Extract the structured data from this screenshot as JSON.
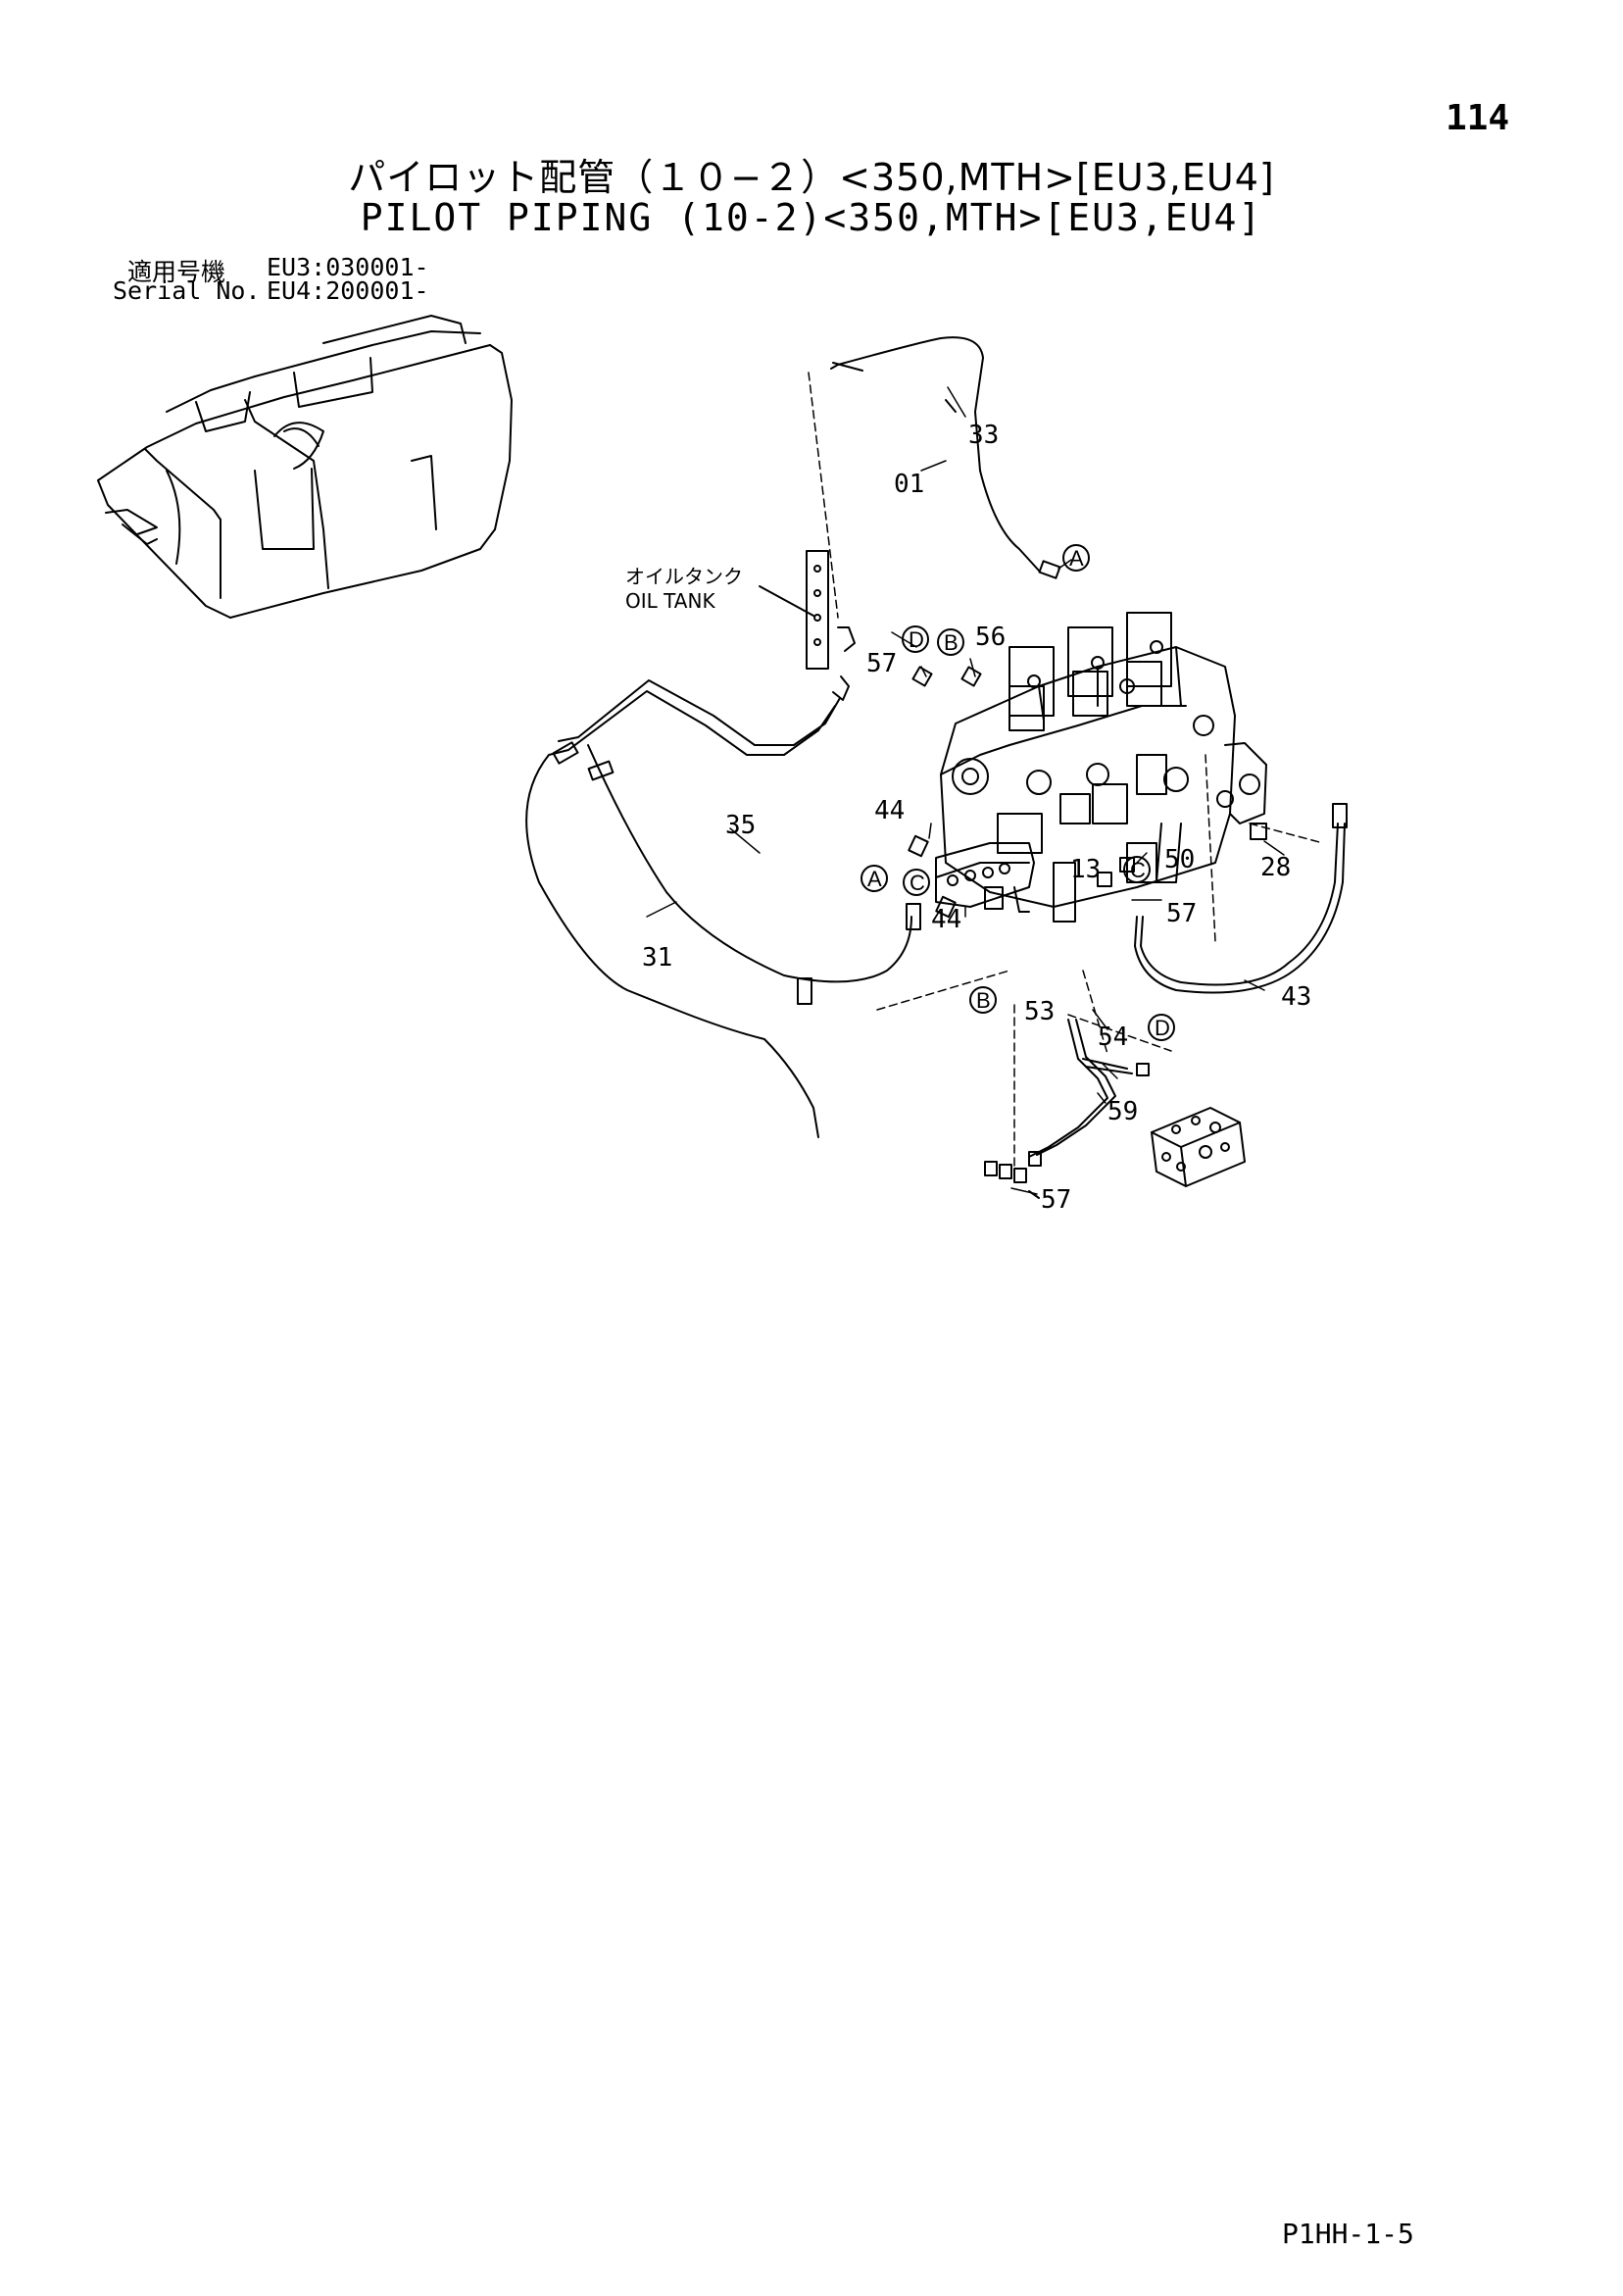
{
  "page": {
    "number": "114",
    "title_jp": "パイロット配管（１０−２）<350,MTH>[EU3,EU4]",
    "title_en": "PILOT PIPING (10-2)<350,MTH>[EU3,EU4]",
    "serial_label_jp": "適用号機",
    "serial_label_en": "Serial No.",
    "serial_eu3": "EU3:030001-",
    "serial_eu4": "EU4:200001-",
    "footer_code": "P1HH-1-5"
  },
  "diagram": {
    "oil_tank_jp": "オイルタンク",
    "oil_tank_en": "OIL TANK",
    "part_labels": {
      "p33": "33",
      "p01": "01",
      "p56": "56",
      "p57a": "57",
      "p44a": "44",
      "p35": "35",
      "p13": "13",
      "p50": "50",
      "p28": "28",
      "p57b": "57",
      "p44b": "44",
      "p31": "31",
      "p43": "43",
      "p53": "53",
      "p54": "54",
      "p59": "59",
      "p57c": "57"
    },
    "circle_letters": {
      "a1": "A",
      "d1": "D",
      "b1": "B",
      "a2": "A",
      "c1": "C",
      "c2": "C",
      "b2": "B",
      "d2": "D"
    }
  }
}
